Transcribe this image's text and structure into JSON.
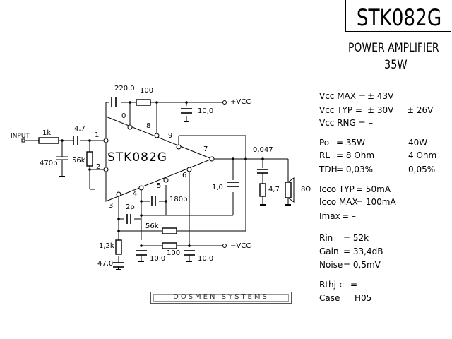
{
  "title": "STK082G",
  "subtitle": "POWER AMPLIFIER",
  "power": "35W",
  "ic_label": "STK082G",
  "brand": "DOSMEN   SYSTEMS",
  "terminals": {
    "input": "INPUT",
    "vcc_pos": "+VCC",
    "vcc_neg": "−VCC",
    "speaker": "8Ω"
  },
  "pins": [
    "1",
    "2",
    "3",
    "4",
    "5",
    "6",
    "7",
    "8",
    "9",
    "0"
  ],
  "components": {
    "r_in": "1k",
    "c_in": "4,7",
    "c_in_shunt": "470p",
    "r_bias": "56k",
    "c_boot": "220,0",
    "r_boot": "100",
    "c_pos": "10,0",
    "c_out_fb": "1,0",
    "c_zobel": "0,047",
    "r_zobel": "4,7",
    "c_2p": "2p",
    "c_180p": "180p",
    "r_fb": "56k",
    "r_fb2": "1,2k",
    "c_fb2": "47,0",
    "c_neg1": "10,0",
    "r_neg": "100",
    "c_neg2": "10,0"
  },
  "specs": {
    "vcc_max": {
      "label": "Vcc MAX =",
      "value": "± 43V"
    },
    "vcc_typ": {
      "label": "Vcc TYP =",
      "value": "± 30V",
      "alt": "± 26V"
    },
    "vcc_rng": {
      "label": "Vcc RNG =",
      "value": "–"
    },
    "po": {
      "label": "Po",
      "value": "= 35W",
      "alt": "40W"
    },
    "rl": {
      "label": "RL",
      "value": "= 8 Ohm",
      "alt": "4 Ohm"
    },
    "tdh": {
      "label": "TDH",
      "value": "= 0,03%",
      "alt": "0,05%"
    },
    "icco_typ": {
      "label": "Icco TYP",
      "value": "= 50mA"
    },
    "icco_max": {
      "label": "Icco MAX",
      "value": "= 100mA"
    },
    "imax": {
      "label": "Imax",
      "value": "=      –"
    },
    "rin": {
      "label": "Rin",
      "value": "=   52k"
    },
    "gain": {
      "label": "Gain",
      "value": "=   33,4dB"
    },
    "noise": {
      "label": "Noise",
      "value": "=   0,5mV"
    },
    "rthj": {
      "label": "Rthj-c",
      "value": "=   –"
    },
    "case": {
      "label": "Case",
      "value": "H05"
    }
  }
}
